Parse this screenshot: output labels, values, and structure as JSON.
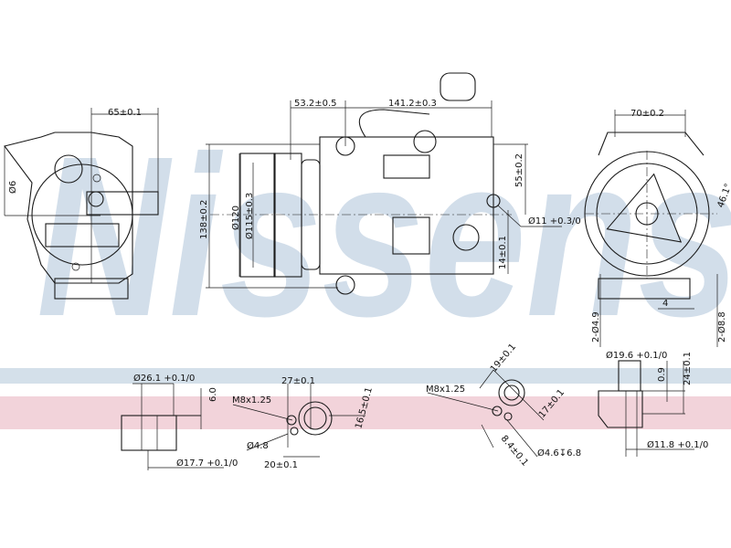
{
  "watermark": "Nissens",
  "colors": {
    "watermark": "#c3d3e3",
    "band_blue": "#d4e0ea",
    "band_pink": "#f2d3da",
    "line": "#1a1a1a"
  },
  "dimensions": {
    "side_width": "65±0.1",
    "side_dia": "Ø6",
    "top_53": "53.2±0.5",
    "top_141": "141.2±0.3",
    "height_138": "138±0.2",
    "pulley_120": "Ø120",
    "pulley_115": "Ø115±0.3",
    "d55": "55±0.2",
    "hole_11": "Ø11 +0.3/0",
    "d14": "14±0.1",
    "front_70": "70±0.2",
    "angle": "46.1°",
    "holes_49": "2-Ø4.9",
    "d4": "4",
    "holes_88": "2-Ø8.8",
    "port1_dia": "Ø26.1 +0.1/0",
    "port1_h": "6.0",
    "port1_dia2": "Ø17.7 +0.1/0",
    "port2_27": "27±0.1",
    "port2_thread": "M8x1.25",
    "port2_hole": "Ø4.8",
    "port2_20": "20±0.1",
    "port2_16": "16.5±0.1",
    "port3_19": "19±0.1",
    "port3_thread": "M8x1.25",
    "port3_17": "17±0.1",
    "port3_84": "8.4±0.1",
    "port3_hole": "Ø4.6↧6.8",
    "port4_dia": "Ø19.6 +0.1/0",
    "port4_09": "0.9",
    "port4_24": "24±0.1",
    "port4_dia2": "Ø11.8 +0.1/0"
  }
}
